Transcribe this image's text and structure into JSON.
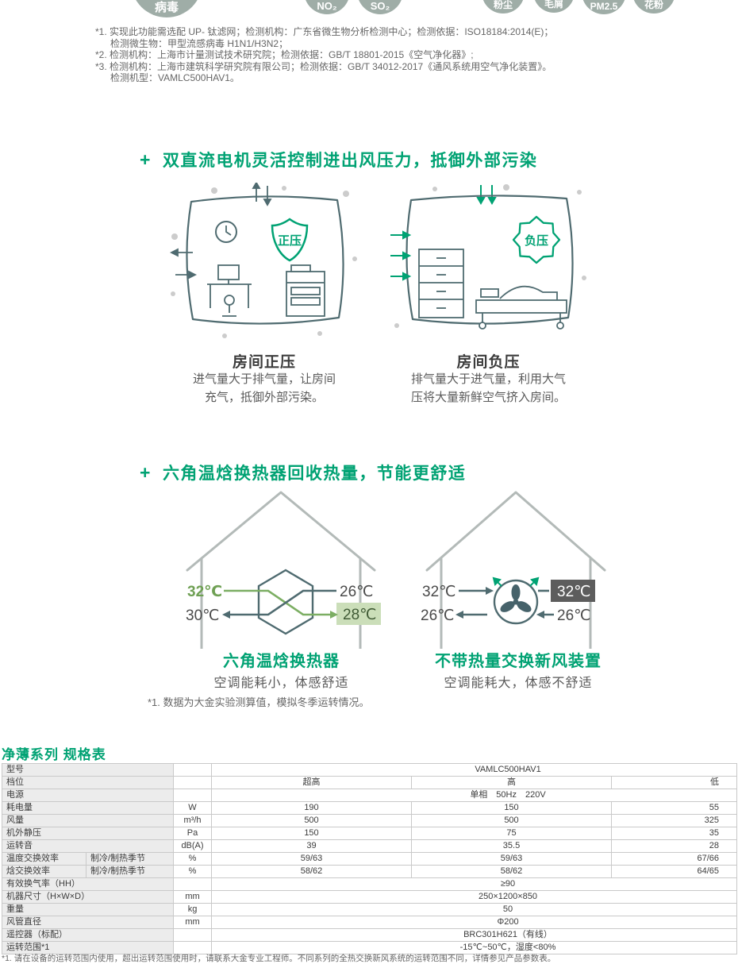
{
  "colors": {
    "accent_green": "#00a273",
    "diagram_stroke": "#4f6b70",
    "table_label_bg": "#ececec",
    "dark_box": "#5d5d5d",
    "green_box": "#cbdeb9"
  },
  "pollutant_icons": {
    "items": [
      "病毒",
      "NO₂",
      "SO₂",
      "粉尘",
      "毛屑",
      "PM2.5",
      "花粉"
    ]
  },
  "top_footnotes": {
    "line1": "*1. 实现此功能需选配 UP- 钛滤网；检测机构：广东省微生物分析检测中心；检测依据：ISO18184:2014(E)；",
    "line2": "检测微生物：甲型流感病毒 H1N1/H3N2；",
    "line3": "*2. 检测机构：上海市计量测试技术研究院；检测依据：GB/T 18801-2015《空气净化器》;",
    "line4": "*3. 检测机构：上海市建筑科学研究院有限公司；检测依据：GB/T 34012-2017《通风系统用空气净化装置》。",
    "line5": "检测机型：VAMLC500HAV1。"
  },
  "pressure_section": {
    "plus": "+",
    "title": "双直流电机灵活控制进出风压力，抵御外部污染",
    "left": {
      "badge": "正压",
      "caption": "房间正压",
      "desc_line1": "进气量大于排气量，让房间",
      "desc_line2": "充气，抵御外部污染。"
    },
    "right": {
      "badge": "负压",
      "caption": "房间负压",
      "desc_line1": "排气量大于进气量，利用大气",
      "desc_line2": "压将大量新鲜空气挤入房间。"
    }
  },
  "heat_section": {
    "plus": "+",
    "title": "六角温焓换热器回收热量，节能更舒适",
    "left": {
      "temp_in": "32℃",
      "temp_exhaust": "26℃",
      "temp_out": "30℃",
      "temp_supply": "28℃",
      "caption": "六角温焓换热器",
      "desc": "空调能耗小，体感舒适"
    },
    "right": {
      "temp_in": "32℃",
      "temp_in_box": "32℃",
      "temp_return": "26℃",
      "temp_out": "26℃",
      "caption": "不带热量交换新风装置",
      "desc": "空调能耗大，体感不舒适"
    },
    "footnote": "*1. 数据为大金实验测算值，模拟冬季运转情况。"
  },
  "spec_table": {
    "title": "净薄系列 规格表",
    "rows": [
      {
        "label": "型号",
        "unit": "",
        "span": "VAMLC500HAV1"
      },
      {
        "label": "档位",
        "unit": "",
        "values": [
          "超高",
          "高",
          "低"
        ]
      },
      {
        "label": "电源",
        "unit": "",
        "span": "单相　50Hz　220V"
      },
      {
        "label": "耗电量",
        "unit": "W",
        "values": [
          "190",
          "150",
          "55"
        ]
      },
      {
        "label": "风量",
        "unit": "m³/h",
        "values": [
          "500",
          "500",
          "325"
        ]
      },
      {
        "label": "机外静压",
        "unit": "Pa",
        "values": [
          "150",
          "75",
          "35"
        ]
      },
      {
        "label": "运转音",
        "unit": "dB(A)",
        "values": [
          "39",
          "35.5",
          "28"
        ]
      },
      {
        "label": "温度交换效率",
        "sublabel": "制冷/制热季节",
        "unit": "%",
        "values": [
          "59/63",
          "59/63",
          "67/66"
        ]
      },
      {
        "label": "焓交换效率",
        "sublabel": "制冷/制热季节",
        "unit": "%",
        "values": [
          "58/62",
          "58/62",
          "64/65"
        ]
      },
      {
        "label": "有效换气率（HH）",
        "unit": "",
        "span": "≥90"
      },
      {
        "label": "机器尺寸（H×W×D）",
        "unit": "mm",
        "span": "250×1200×850"
      },
      {
        "label": "重量",
        "unit": "kg",
        "span": "50"
      },
      {
        "label": "风管直径",
        "unit": "mm",
        "span": "Φ200"
      },
      {
        "label": "遥控器（标配）",
        "unit": "",
        "span": "BRC301H621（有线）"
      },
      {
        "label": "运转范围*1",
        "unit": "",
        "span": "-15℃~50℃，湿度<80%"
      }
    ],
    "footnote": "*1. 请在设备的运转范围内使用，超出运转范围使用时，请联系大金专业工程师。不同系列的全热交换新风系统的运转范围不同，详情参见产品参数表。"
  }
}
